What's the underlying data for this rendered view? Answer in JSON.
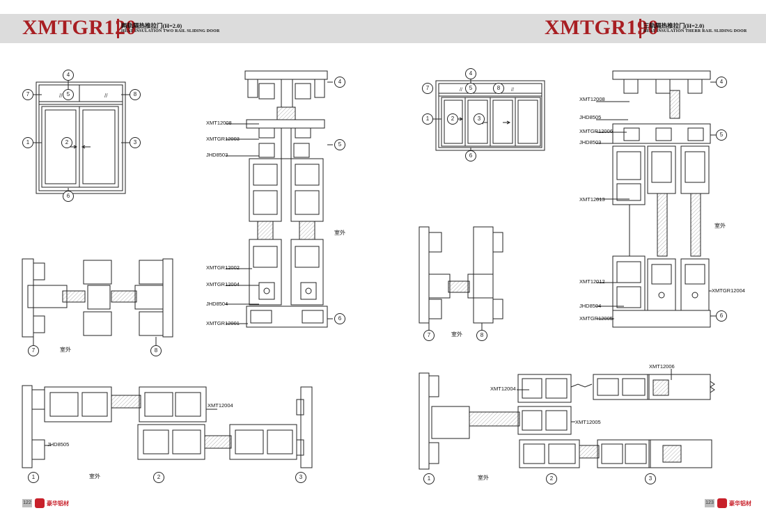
{
  "left": {
    "model": "XMTGR120",
    "title_cn": "两轨隔热推拉门(H=2.0)",
    "title_en": "HEAT INSULATION TWO RAIL SLIDING DOOR",
    "page": "122",
    "outdoor": "室外",
    "parts": [
      "XMT12008",
      "XMTGR12003",
      "JHD8503",
      "XMTGR12002",
      "XMTGR12004",
      "JHD8504",
      "XMTGR12001",
      "XMT12004",
      "JHD8505"
    ]
  },
  "right": {
    "model": "XMTGR190",
    "title_cn": "三轨隔热推拉门(H=2.0)",
    "title_en": "HEAT INSULATION THERR RAIL SLIDING DOOR",
    "page": "123",
    "outdoor": "室外",
    "parts": [
      "XMT12008",
      "JHD8505",
      "XMTGR12006",
      "JHD8503",
      "XMT12013",
      "XMT12012",
      "XMTGR12004",
      "JHD8504",
      "XMTGR12005",
      "XMT12006",
      "XMT12004",
      "XMT12005"
    ]
  },
  "markers": [
    "1",
    "2",
    "3",
    "4",
    "5",
    "6",
    "7",
    "8"
  ],
  "brand": "豪华铝材",
  "colors": {
    "accent": "#a81e22",
    "band": "#dcdcdc"
  }
}
